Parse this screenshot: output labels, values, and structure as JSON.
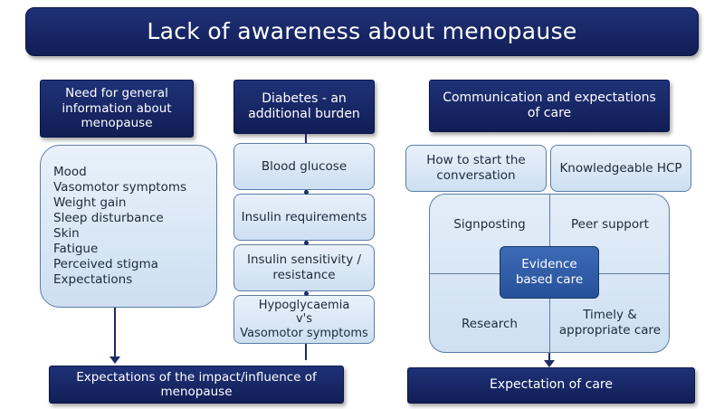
{
  "title": "Lack of awareness about menopause",
  "columns": {
    "general": {
      "header": "Need for general\ninformation about\nmenopause",
      "items": [
        "Mood",
        "Vasomotor symptoms",
        "Weight gain",
        "Sleep disturbance",
        "Skin",
        "Fatigue",
        "Perceived stigma",
        "Expectations"
      ]
    },
    "diabetes": {
      "header": "Diabetes - an\nadditional burden",
      "items": [
        "Blood glucose",
        "Insulin requirements",
        "Insulin sensitivity /\nresistance",
        "Hypoglycaemia\nv's\nVasomotor symptoms"
      ]
    },
    "communication": {
      "header": "Communication and expectations\nof care",
      "top_left": "How to start the\nconversation",
      "top_right": "Knowledgeable HCP",
      "quadrants": {
        "top_left": "Signposting",
        "top_right": "Peer support",
        "bottom_left": "Research",
        "bottom_right": "Timely &\nappropriate care"
      },
      "center": "Evidence\nbased care"
    }
  },
  "outcomes": {
    "left": "Expectations of the impact/influence of\nmenopause",
    "right": "Expectation of care"
  }
}
